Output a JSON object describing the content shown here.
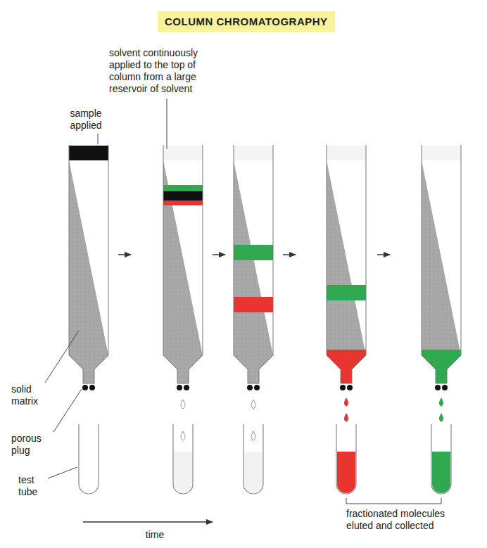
{
  "diagram": {
    "title": "COLUMN CHROMATOGRAPHY",
    "labels": [
      "sample applied",
      "solvent continuously applied to the top of column from a large reservoir of solvent",
      "solid matrix",
      "porous plug",
      "test tube",
      "time",
      "fractionated molecules eluted and collected"
    ]
  }
}
